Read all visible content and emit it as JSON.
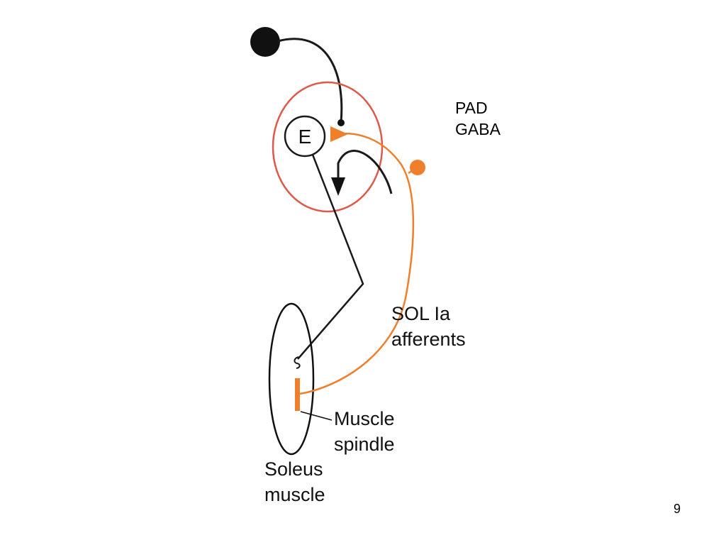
{
  "node": {
    "label": "E"
  },
  "labels": {
    "pad_line1": "PAD",
    "pad_line2": "GABA",
    "sol_line1": "SOL Ia",
    "sol_line2": "afferents",
    "spindle_line1": "Muscle",
    "spindle_line2": "spindle",
    "soleus_line1": "Soleus",
    "soleus_line2": "muscle"
  },
  "page_number": "9",
  "colors": {
    "afferent": "#f07f2b",
    "highlight_circle": "#dd5a4b",
    "neuron": "#1a1a1a"
  }
}
